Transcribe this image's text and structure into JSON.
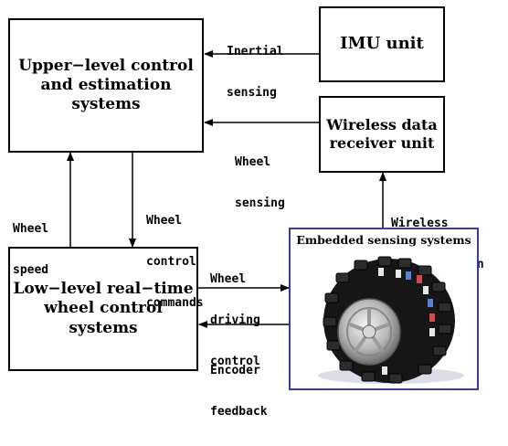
{
  "boxes": {
    "upper": {
      "lines": [
        "Upper−level control",
        "and estimation",
        "systems"
      ]
    },
    "imu": {
      "lines": [
        "IMU unit"
      ]
    },
    "wireless_receiver": {
      "lines": [
        "Wireless data",
        "receiver unit"
      ]
    },
    "lower": {
      "lines": [
        "Low−level real−time",
        "wheel control",
        "systems"
      ]
    }
  },
  "labels": {
    "inertial_sensing": [
      "Inertial",
      "sensing"
    ],
    "wheel_sensing": [
      "Wheel",
      "sensing"
    ],
    "wheel_speed": [
      "Wheel",
      "speed"
    ],
    "wheel_control_commands": [
      "Wheel",
      "control",
      "commands"
    ],
    "wireless_communication": [
      "Wireless",
      "communication"
    ],
    "wheel_driving_control": [
      "Wheel",
      "driving",
      "control"
    ],
    "encoder_feedback": [
      "Encoder",
      "feedback"
    ]
  },
  "photo": {
    "title": "Embedded sensing systems"
  }
}
